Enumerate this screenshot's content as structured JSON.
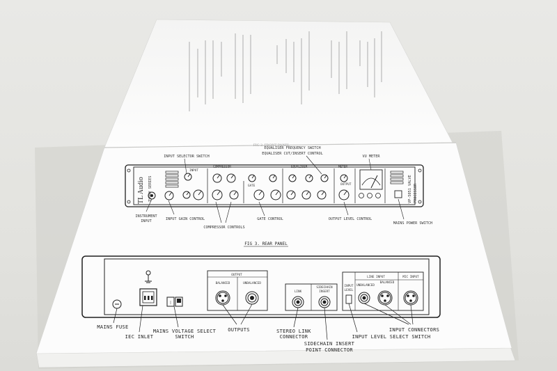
{
  "manual": {
    "front_panel": {
      "caption": "FIG 2. FRONT PANEL",
      "brand": "TL Audio",
      "model_left": "IVORY SERIES",
      "model_right_1": "VP-5051 VALVE",
      "model_right_2": "PROCESSOR",
      "top_labels": {
        "input_selector": "INPUT SELECTOR SWITCH",
        "eq_frequency": "EQUALISER FREQUENCY SWITCH",
        "eq_cut_insert": "EQUALISER CUT/INSERT CONTROL",
        "vu_meter": "VU METER"
      },
      "section_labels": {
        "input": "INPUT",
        "compressor": "COMPRESSOR",
        "equaliser": "EQUALISER",
        "gate": "GATE",
        "output": "OUTPUT",
        "meter": "METER"
      },
      "bottom_labels": {
        "instrument_input": [
          "INSTRUMENT",
          "INPUT"
        ],
        "input_gain": "INPUT GAIN CONTROL",
        "compressor_controls": "COMPRESSOR CONTROLS",
        "gate_control": "GATE CONTROL",
        "output_level": "OUTPUT LEVEL CONTROL",
        "mains_power": "MAINS POWER SWITCH"
      }
    },
    "rear_panel": {
      "caption": "FIG 3. REAR PANEL",
      "panel_labels": {
        "output": "OUTPUT",
        "balanced": "BALANCED",
        "unbalanced": "UNBALANCED",
        "link": "LINK",
        "sidechain": "SIDECHAIN",
        "insert": "INSERT",
        "input_level": [
          "INPUT",
          "LEVEL"
        ],
        "line_input": "LINE INPUT",
        "mic_input": "MIC INPUT"
      },
      "callouts": {
        "mains_fuse": "MAINS FUSE",
        "iec_inlet": "IEC INLET",
        "mains_voltage": [
          "MAINS VOLTAGE SELECT",
          "SWITCH"
        ],
        "outputs": "OUTPUTS",
        "stereo_link": [
          "STEREO LINK",
          "CONNECTOR"
        ],
        "sidechain_insert": [
          "SIDECHAIN INSERT",
          "POINT CONNECTOR"
        ],
        "input_level_select": "INPUT LEVEL SELECT SWITCH",
        "input_connectors": "INPUT CONNECTORS"
      }
    }
  },
  "colors": {
    "table": "#e4e4e1",
    "paper": "#fbfbfb",
    "ink": "#1e1e1e"
  }
}
